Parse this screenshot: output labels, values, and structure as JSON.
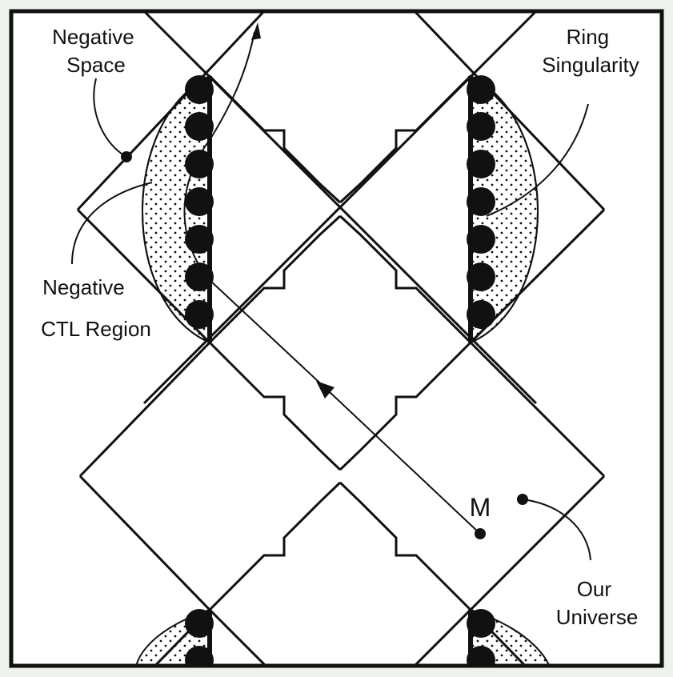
{
  "labels": {
    "negative_space": [
      "Negative",
      "Space"
    ],
    "ring_singularity": [
      "Ring",
      "Singularity"
    ],
    "negative_ctl_region": [
      "Negative",
      "CTL Region"
    ],
    "m": "M",
    "our_universe": [
      "Our",
      "Universe"
    ]
  },
  "colors": {
    "background": "#ffffff",
    "ink": "#111111",
    "paper": "#eef2ec"
  }
}
